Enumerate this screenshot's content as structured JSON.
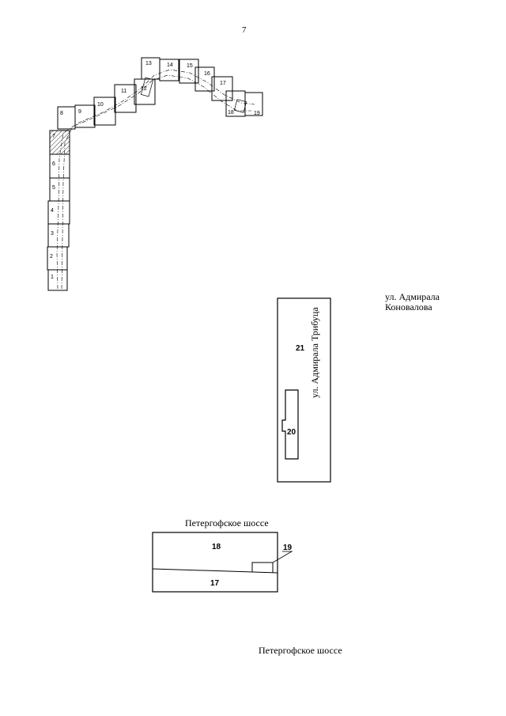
{
  "page_number": "7",
  "chain_labels": [
    "1",
    "2",
    "3",
    "4",
    "5",
    "6",
    "7",
    "8",
    "9",
    "10",
    "11",
    "12",
    "13",
    "14",
    "15",
    "16",
    "17",
    "18",
    "19"
  ],
  "street_konovalova": [
    "ул. Адмирала",
    "Коновалова"
  ],
  "street_tributsa": "ул. Адмирала Трибуца",
  "plot_21": "21",
  "plot_20": "20",
  "road_label_top": "Петергофское шоссе",
  "plot_18": "18",
  "plot_19": "19",
  "plot_17": "17",
  "road_label_bottom": "Петергофское шоссе"
}
